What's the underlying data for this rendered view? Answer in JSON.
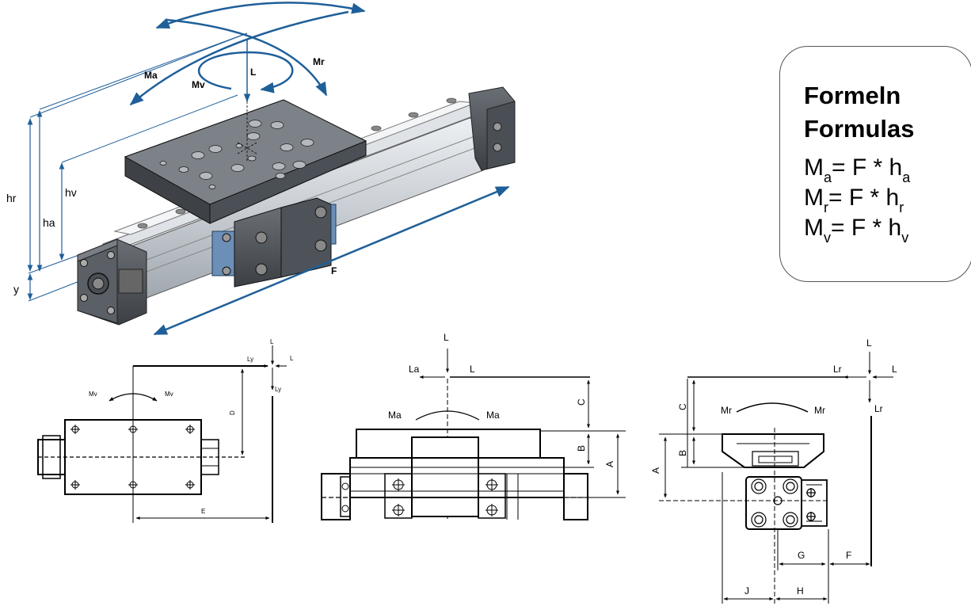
{
  "iso_view": {
    "moments": {
      "ma": "Ma",
      "mv": "Mv",
      "mr": "Mr",
      "load": "L"
    },
    "force": "F",
    "heights": {
      "hr": "hr",
      "ha": "ha",
      "hv": "hv",
      "y": "y"
    }
  },
  "formula_box": {
    "title_de": "Formeln",
    "title_en": "Formulas",
    "formulas": [
      {
        "lhs": "M",
        "lhs_sub": "a",
        "eq": "= F * h",
        "rhs_sub": "a"
      },
      {
        "lhs": "M",
        "lhs_sub": "r",
        "eq": "= F * h",
        "rhs_sub": "r"
      },
      {
        "lhs": "M",
        "lhs_sub": "v",
        "eq": "= F * h",
        "rhs_sub": "v"
      }
    ]
  },
  "top_view": {
    "labels": {
      "mv_left": "Mv",
      "mv_right": "Mv",
      "d": "D",
      "e": "E",
      "ly_top": "Ly",
      "ly_bottom": "Ly",
      "l_top": "L",
      "l_right": "L"
    }
  },
  "side_view": {
    "labels": {
      "l_top": "L",
      "la": "La",
      "l": "L",
      "ma_left": "Ma",
      "ma_right": "Ma",
      "c": "C",
      "b": "B",
      "a": "A"
    }
  },
  "end_view": {
    "labels": {
      "l_top": "L",
      "lr_left": "Lr",
      "l_right": "L",
      "lr_bottom": "Lr",
      "mr_left": "Mr",
      "mr_right": "Mr",
      "c": "C",
      "b": "B",
      "a": "A",
      "g": "G",
      "f": "F",
      "j": "J",
      "h": "H"
    }
  }
}
